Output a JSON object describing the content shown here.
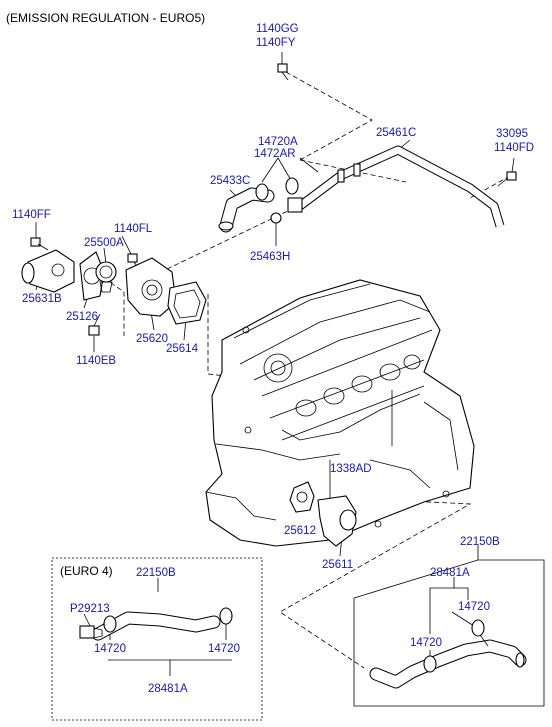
{
  "title": "(EMISSION REGULATION - EURO5)",
  "labels": {
    "l_1140gg": "1140GG",
    "l_1140fy": "1140FY",
    "l_14720a": "14720A",
    "l_1472ar": "1472AR",
    "l_25461c": "25461C",
    "l_33095": "33095",
    "l_1140fd": "1140FD",
    "l_25433c": "25433C",
    "l_25463h": "25463H",
    "l_1140ff": "1140FF",
    "l_1140fl": "1140FL",
    "l_25500a": "25500A",
    "l_25631b": "25631B",
    "l_25126": "25126",
    "l_1140eb": "1140EB",
    "l_25620": "25620",
    "l_25614": "25614",
    "l_1338ad": "1338AD",
    "l_25612": "25612",
    "l_25611": "25611",
    "l_22150b_main": "22150B",
    "l_28481a_main": "28481A",
    "l_14720_main_a": "14720",
    "l_14720_main_b": "14720"
  },
  "euro4": {
    "title": "(EURO 4)",
    "l_22150b": "22150B",
    "l_p29213": "P29213",
    "l_14720_a": "14720",
    "l_14720_b": "14720",
    "l_28481a": "28481A"
  }
}
